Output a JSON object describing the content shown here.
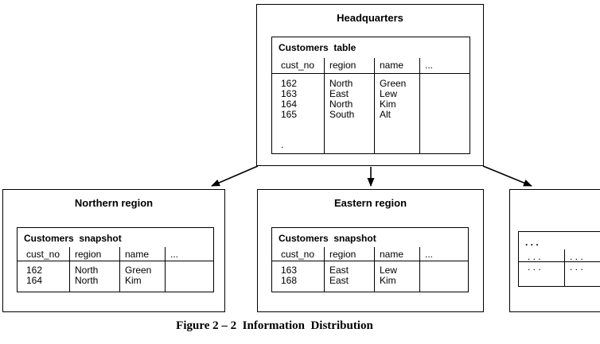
{
  "caption": "Figure 2 – 2  Information  Distribution",
  "headquarters": {
    "title": "Headquarters",
    "table": {
      "title": "Customers  table",
      "columns": [
        "cust_no",
        "region",
        "name",
        "..."
      ],
      "rows": [
        [
          "162",
          "North",
          "Green"
        ],
        [
          "163",
          "East",
          "Lew"
        ],
        [
          "164",
          "North",
          "Kim"
        ],
        [
          "165",
          "South",
          "Alt"
        ]
      ],
      "continuation_dots": [
        ".",
        ".",
        "."
      ]
    }
  },
  "northern": {
    "title": "Northern region",
    "table": {
      "title": "Customers  snapshot",
      "columns": [
        "cust_no",
        "region",
        "name",
        "..."
      ],
      "rows": [
        [
          "162",
          "North",
          "Green"
        ],
        [
          "164",
          "North",
          "Kim"
        ]
      ]
    }
  },
  "eastern": {
    "title": "Eastern region",
    "table": {
      "title": "Customers  snapshot",
      "columns": [
        "cust_no",
        "region",
        "name",
        "..."
      ],
      "rows": [
        [
          "163",
          "East",
          "Lew"
        ],
        [
          "168",
          "East",
          "Kim"
        ]
      ]
    }
  },
  "partial_region": {
    "title": ". . .",
    "header": [
      ". . .",
      ". . ."
    ],
    "row": [
      ". . .",
      ". . ."
    ]
  }
}
